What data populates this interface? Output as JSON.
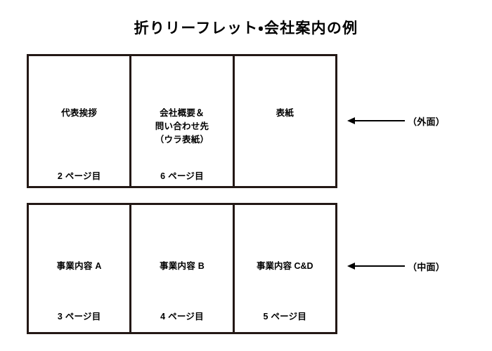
{
  "title": "折りリーフレット・会社案内の例",
  "colors": {
    "ink": "#231815",
    "text": "#000000",
    "background": "#ffffff"
  },
  "rows": [
    {
      "id": "outer",
      "annotation": "（外面）",
      "arrow_icon": "arrow-left-icon",
      "panels": [
        {
          "title_lines": [
            "代表挨拶"
          ],
          "page": "2 ページ目"
        },
        {
          "title_lines": [
            "会社概要＆",
            "問い合わせ先",
            "（ウラ表紙）"
          ],
          "page": "6 ページ目"
        },
        {
          "title_lines": [
            "表紙"
          ],
          "page": ""
        }
      ]
    },
    {
      "id": "inner",
      "annotation": "（中面）",
      "arrow_icon": "arrow-left-icon",
      "panels": [
        {
          "title_lines": [
            "事業内容 A"
          ],
          "page": "3 ページ目"
        },
        {
          "title_lines": [
            "事業内容 B"
          ],
          "page": "4 ページ目"
        },
        {
          "title_lines": [
            "事業内容 C&D"
          ],
          "page": "5 ページ目"
        }
      ]
    }
  ]
}
